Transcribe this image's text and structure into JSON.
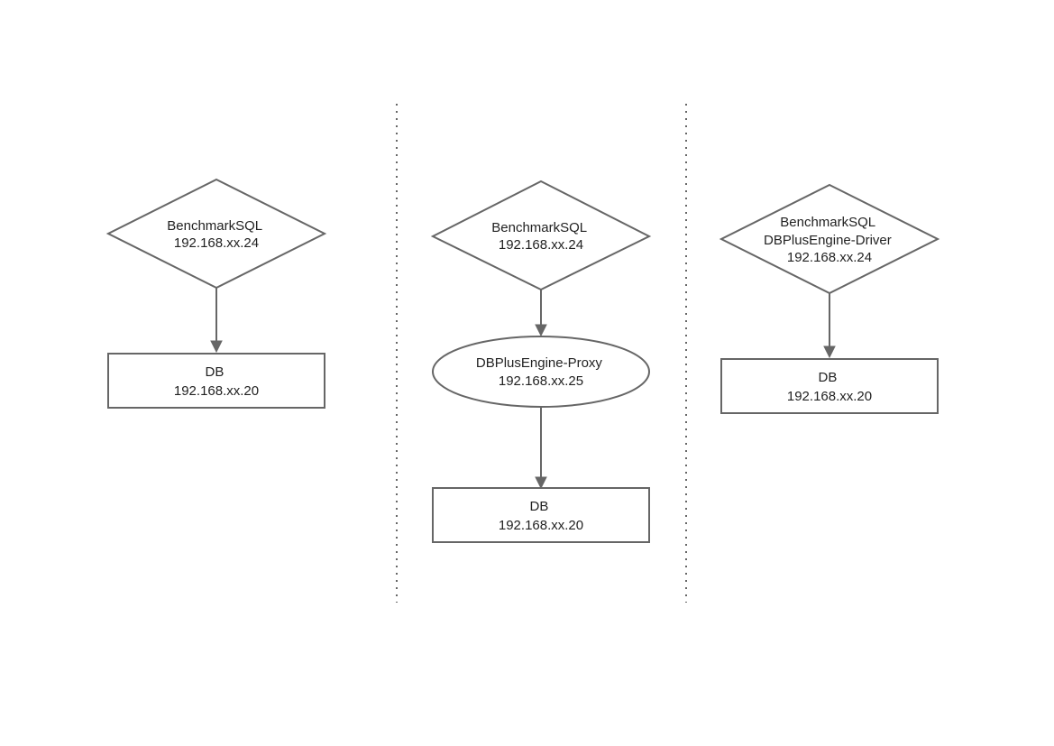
{
  "columns": [
    {
      "client": {
        "lines": [
          "BenchmarkSQL",
          "192.168.xx.24"
        ]
      },
      "db": {
        "lines": [
          "DB",
          "192.168.xx.20"
        ]
      }
    },
    {
      "client": {
        "lines": [
          "BenchmarkSQL",
          "192.168.xx.24"
        ]
      },
      "proxy": {
        "lines": [
          "DBPlusEngine-Proxy",
          "192.168.xx.25"
        ]
      },
      "db": {
        "lines": [
          "DB",
          "192.168.xx.20"
        ]
      }
    },
    {
      "client": {
        "lines": [
          "BenchmarkSQL",
          "DBPlusEngine-Driver",
          "192.168.xx.24"
        ]
      },
      "db": {
        "lines": [
          "DB",
          "192.168.xx.20"
        ]
      }
    }
  ],
  "colors": {
    "stroke": "#666666",
    "text": "#222222",
    "background": "#ffffff"
  }
}
